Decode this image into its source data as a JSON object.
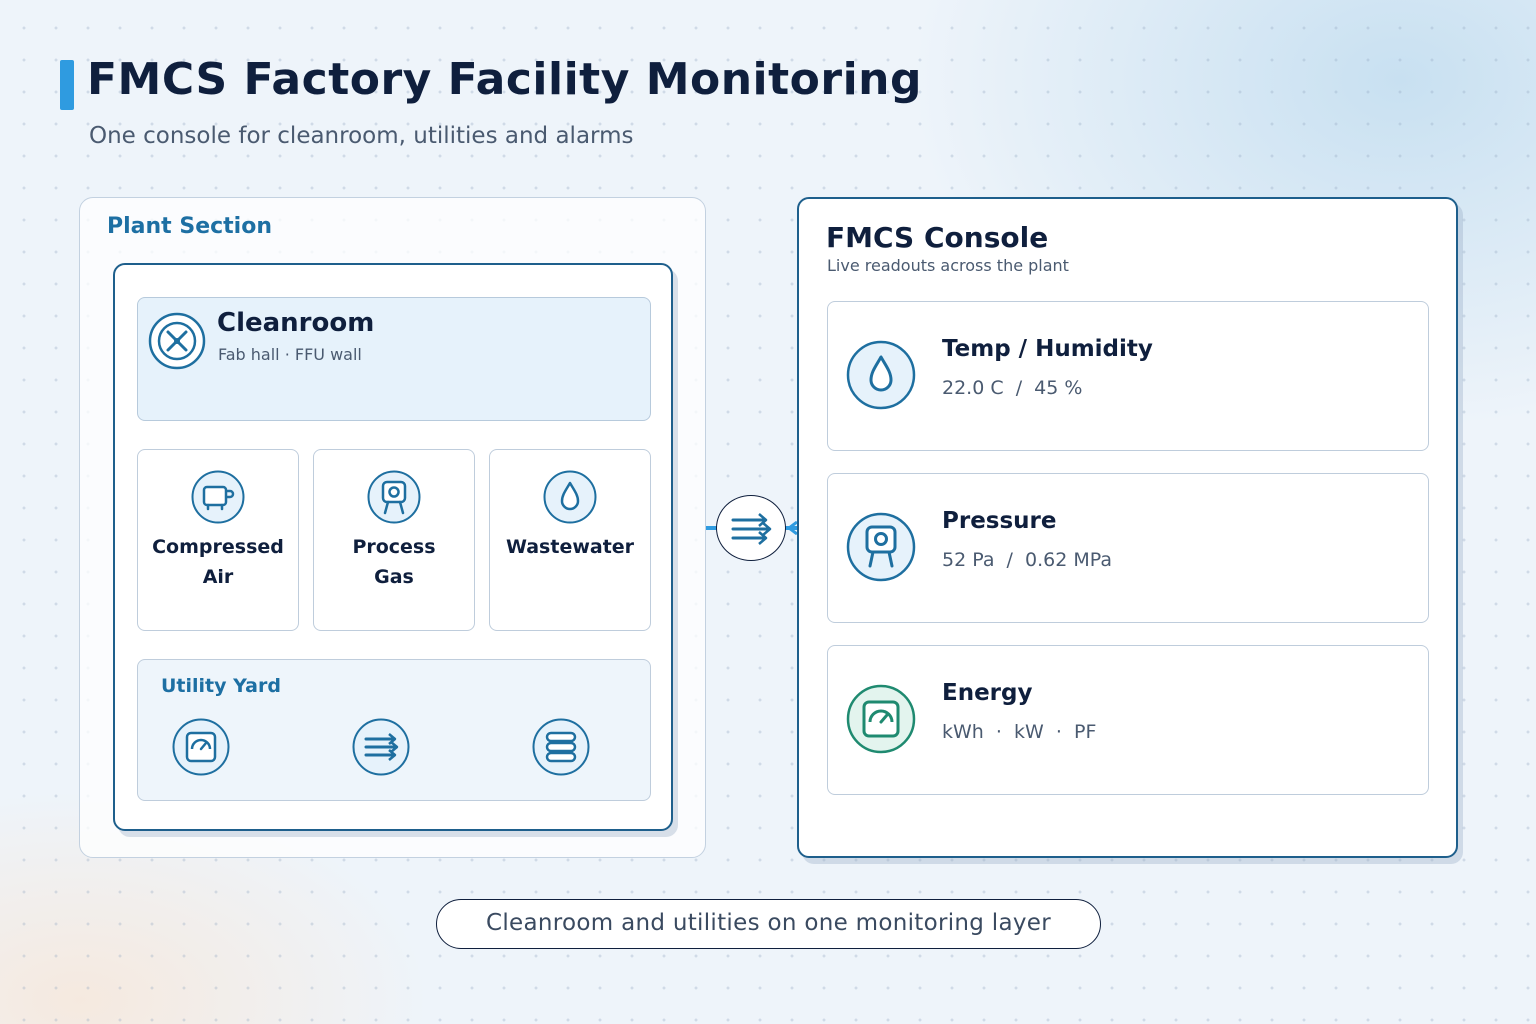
{
  "header": {
    "title": "FMCS Factory Facility Monitoring",
    "subtitle": "One console for cleanroom, utilities and alarms"
  },
  "plant": {
    "label": "Plant Section",
    "cleanroom": {
      "title": "Cleanroom",
      "subtitle": "Fab hall · FFU wall",
      "icon": "fan-icon"
    },
    "tiles": [
      {
        "line1": "Compressed",
        "line2": "Air",
        "icon": "compressor-icon"
      },
      {
        "line1": "Process",
        "line2": "Gas",
        "icon": "gas-cylinder-icon"
      },
      {
        "line1": "Wastewater",
        "line2": "",
        "icon": "water-drop-icon"
      }
    ],
    "utility_yard": {
      "label": "Utility Yard",
      "icons": [
        "gauge-meter-icon",
        "flow-arrows-icon",
        "storage-tanks-icon"
      ]
    }
  },
  "console": {
    "title": "FMCS Console",
    "subtitle": "Live readouts across the plant",
    "readouts": [
      {
        "title": "Temp / Humidity",
        "value": "22.0 C  /  45 %",
        "icon": "water-drop-icon",
        "color": "#1e6fa0"
      },
      {
        "title": "Pressure",
        "value": "52 Pa  /  0.62 MPa",
        "icon": "gas-cylinder-icon",
        "color": "#1e6fa0"
      },
      {
        "title": "Energy",
        "value": "kWh  ·  kW  ·  PF",
        "icon": "energy-meter-icon",
        "color": "#1f8a70"
      }
    ]
  },
  "link_icon": "flow-arrows-icon",
  "footer": {
    "caption": "Cleanroom and utilities on one monitoring layer"
  },
  "colors": {
    "accent": "#2f9be0",
    "dark_border": "#1e5f8c",
    "icon_blue": "#1e6fa0",
    "icon_green": "#1f8a70",
    "heading": "#0f1f3d",
    "section_label": "#1d6fa3"
  }
}
